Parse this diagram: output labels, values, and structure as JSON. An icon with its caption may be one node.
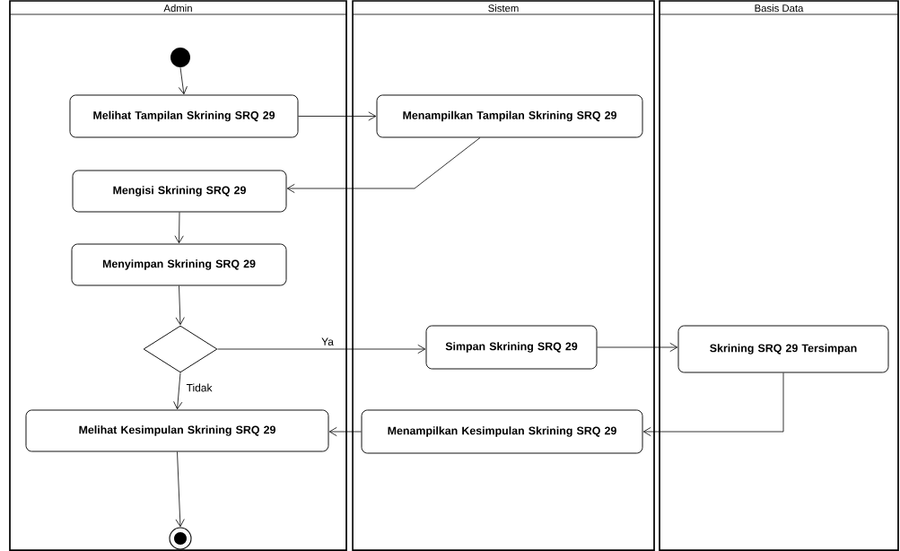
{
  "diagram": {
    "nodes": [
      {
        "text": [
          "Admin"
        ]
      },
      {
        "text": [
          "Sistem"
        ]
      },
      {
        "text": [
          "Basis Data"
        ]
      },
      {
        "text": [],
        "shape": "circle",
        "in": 0
      },
      {
        "text": [
          "Melihat Tampilan Skrining SRQ 29"
        ],
        "in": 0
      },
      {
        "text": [
          "Menampilkan Tampilan Skrining SRQ 29"
        ],
        "in": 1
      },
      {
        "text": [
          "Mengisi Skrining SRQ 29"
        ],
        "in": 0
      },
      {
        "text": [
          "Menyimpan Skrining SRQ 29"
        ],
        "in": 0
      },
      {
        "text": [],
        "shape": "diamond",
        "in": 0
      },
      {
        "text": [
          "Simpan Skrining SRQ 29"
        ],
        "in": 1
      },
      {
        "text": [
          "Skrining SRQ 29 Tersimpan"
        ],
        "in": 2
      },
      {
        "text": [
          "Melihat Kesimpulan Skrining SRQ 29"
        ],
        "in": 0
      },
      {
        "text": [
          "Menampilkan Kesimpulan Skrining SRQ 29"
        ],
        "in": 1
      },
      {
        "text": [],
        "shape": "circle",
        "in": 0
      }
    ],
    "edges": [
      {
        "from": 3,
        "to": 4,
        "arrow": "to"
      },
      {
        "from": 4,
        "to": 5,
        "arrow": "to"
      },
      {
        "from": 5,
        "to": 6,
        "arrow": "to"
      },
      {
        "from": 6,
        "to": 7,
        "arrow": "to"
      },
      {
        "from": 7,
        "to": 8,
        "arrow": "to"
      },
      {
        "from": 8,
        "to": 9,
        "arrow": "to",
        "label": "Ya"
      },
      {
        "from": 9,
        "to": 10,
        "arrow": "to"
      },
      {
        "from": 10,
        "to": 12,
        "arrow": "to"
      },
      {
        "from": 8,
        "to": 11,
        "arrow": "to",
        "label": "Tidak"
      },
      {
        "from": 12,
        "to": 11,
        "arrow": "to"
      },
      {
        "from": 11,
        "to": 13,
        "arrow": "to"
      }
    ]
  }
}
